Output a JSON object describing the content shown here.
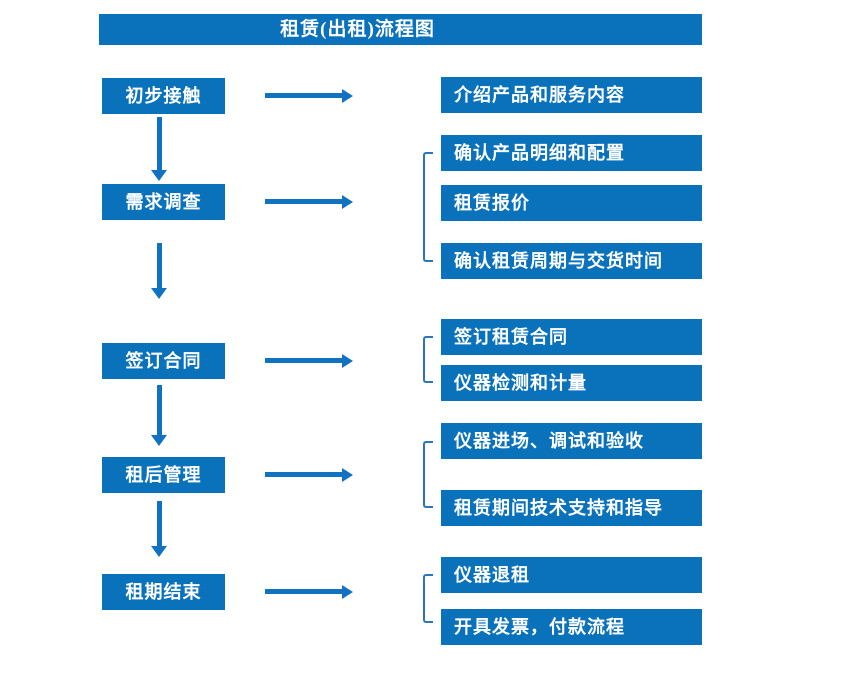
{
  "title": "租赁(出租)流程图",
  "colors": {
    "box": "#0a71bb",
    "arrow": "#1272c2",
    "bracket": "#2e75b6",
    "text": "#ffffff",
    "background": "#ffffff"
  },
  "steps": [
    {
      "label": "初步接触",
      "outputs": [
        "介绍产品和服务内容"
      ]
    },
    {
      "label": "需求调查",
      "outputs": [
        "确认产品明细和配置",
        "租赁报价",
        "确认租赁周期与交货时间"
      ]
    },
    {
      "label": "签订合同",
      "outputs": [
        "签订租赁合同",
        "仪器检测和计量"
      ]
    },
    {
      "label": "租后管理",
      "outputs": [
        "仪器进场、调试和验收",
        "租赁期间技术支持和指导"
      ]
    },
    {
      "label": "租期结束",
      "outputs": [
        "仪器退租",
        "开具发票，付款流程"
      ]
    }
  ]
}
